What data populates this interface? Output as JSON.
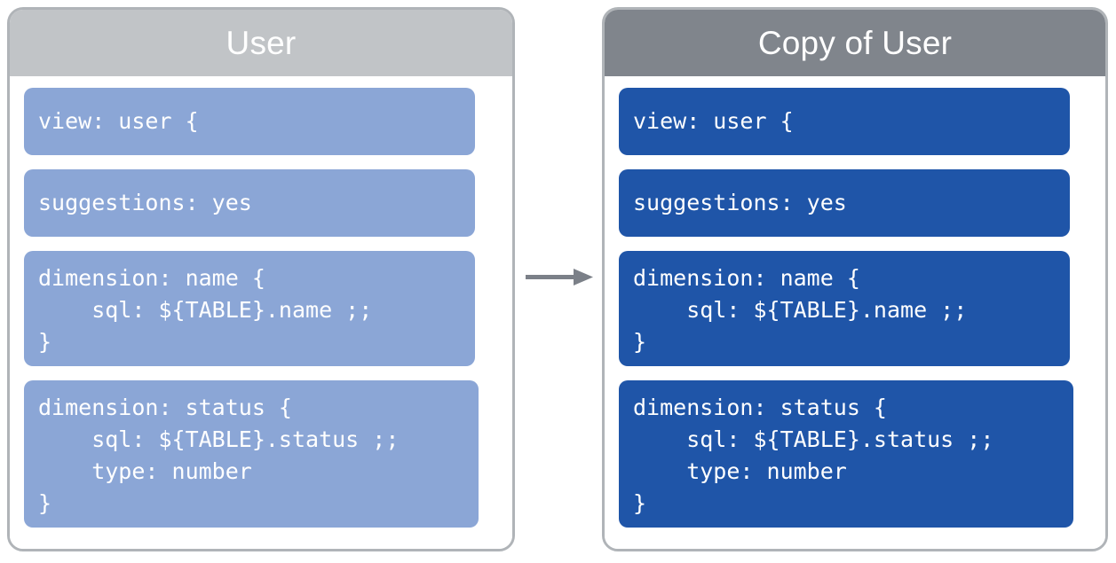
{
  "colors": {
    "source_header": "#c1c4c7",
    "source_block": "#8ba6d6",
    "target_header": "#80858c",
    "target_block": "#1f55a8",
    "panel_border": "#b0b4b8",
    "arrow": "#7b8088",
    "text": "#ffffff",
    "background": "#ffffff"
  },
  "panels": [
    {
      "id": "source",
      "title": "User",
      "blocks": [
        {
          "id": "view",
          "code": "view: user {"
        },
        {
          "id": "suggestions",
          "code": "suggestions: yes"
        },
        {
          "id": "dimension-name",
          "code": "dimension: name {\n    sql: ${TABLE}.name ;;\n}"
        },
        {
          "id": "dimension-status",
          "code": "dimension: status {\n    sql: ${TABLE}.status ;;\n    type: number\n}"
        }
      ]
    },
    {
      "id": "target",
      "title": "Copy of User",
      "blocks": [
        {
          "id": "view",
          "code": "view: user {"
        },
        {
          "id": "suggestions",
          "code": "suggestions: yes"
        },
        {
          "id": "dimension-name",
          "code": "dimension: name {\n    sql: ${TABLE}.name ;;\n}"
        },
        {
          "id": "dimension-status",
          "code": "dimension: status {\n    sql: ${TABLE}.status ;;\n    type: number\n}"
        }
      ]
    }
  ],
  "arrow": {
    "label": "copy-arrow",
    "direction": "right"
  }
}
